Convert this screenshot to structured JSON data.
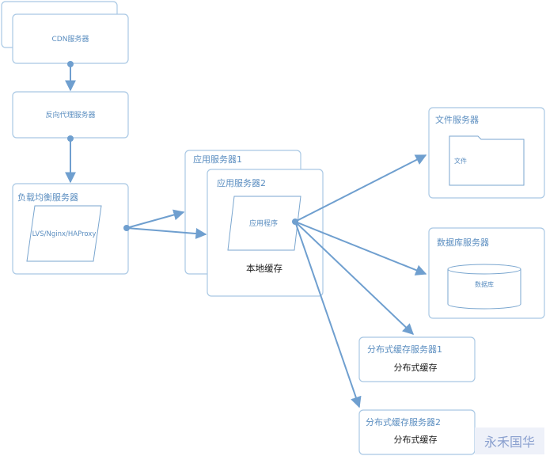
{
  "nodes": {
    "cdn": "CDN服务器",
    "reverse_proxy": "反向代理服务器",
    "load_balancer": "负载均衡服务器",
    "lb_software": "LVS/Nginx/HAProxy",
    "app_server_1": "应用服务器1",
    "app_server_2": "应用服务器2",
    "app_program": "应用程序",
    "local_cache": "本地缓存",
    "file_server": "文件服务器",
    "file_label": "文件",
    "db_server": "数据库服务器",
    "db_label": "数据库",
    "dist_cache_server_1": "分布式缓存服务器1",
    "dist_cache_1_label": "分布式缓存",
    "dist_cache_server_2": "分布式缓存服务器2",
    "dist_cache_2_label": "分布式缓存"
  },
  "watermark": "永禾国华"
}
